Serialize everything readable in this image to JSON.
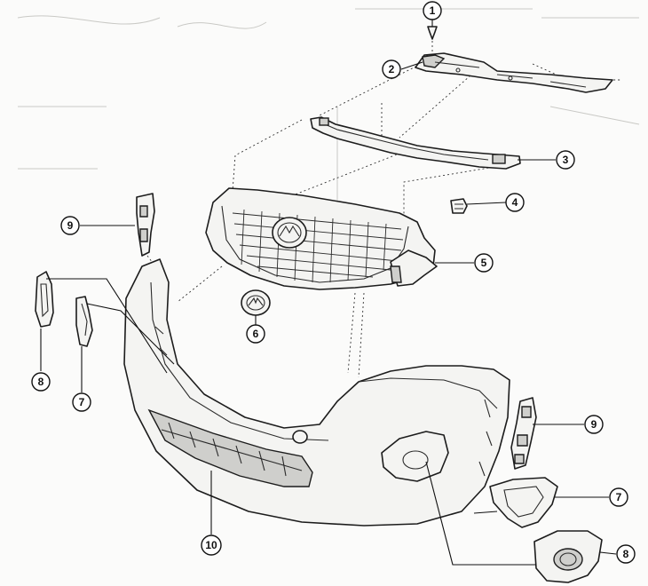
{
  "callouts": [
    {
      "id": "1",
      "label": "1"
    },
    {
      "id": "2",
      "label": "2"
    },
    {
      "id": "3",
      "label": "3"
    },
    {
      "id": "4",
      "label": "4"
    },
    {
      "id": "5",
      "label": "5"
    },
    {
      "id": "6",
      "label": "6"
    },
    {
      "id": "7a",
      "label": "7"
    },
    {
      "id": "7b",
      "label": "7"
    },
    {
      "id": "8a",
      "label": "8"
    },
    {
      "id": "8b",
      "label": "8"
    },
    {
      "id": "9a",
      "label": "9"
    },
    {
      "id": "9b",
      "label": "9"
    },
    {
      "id": "10",
      "label": "10"
    }
  ]
}
